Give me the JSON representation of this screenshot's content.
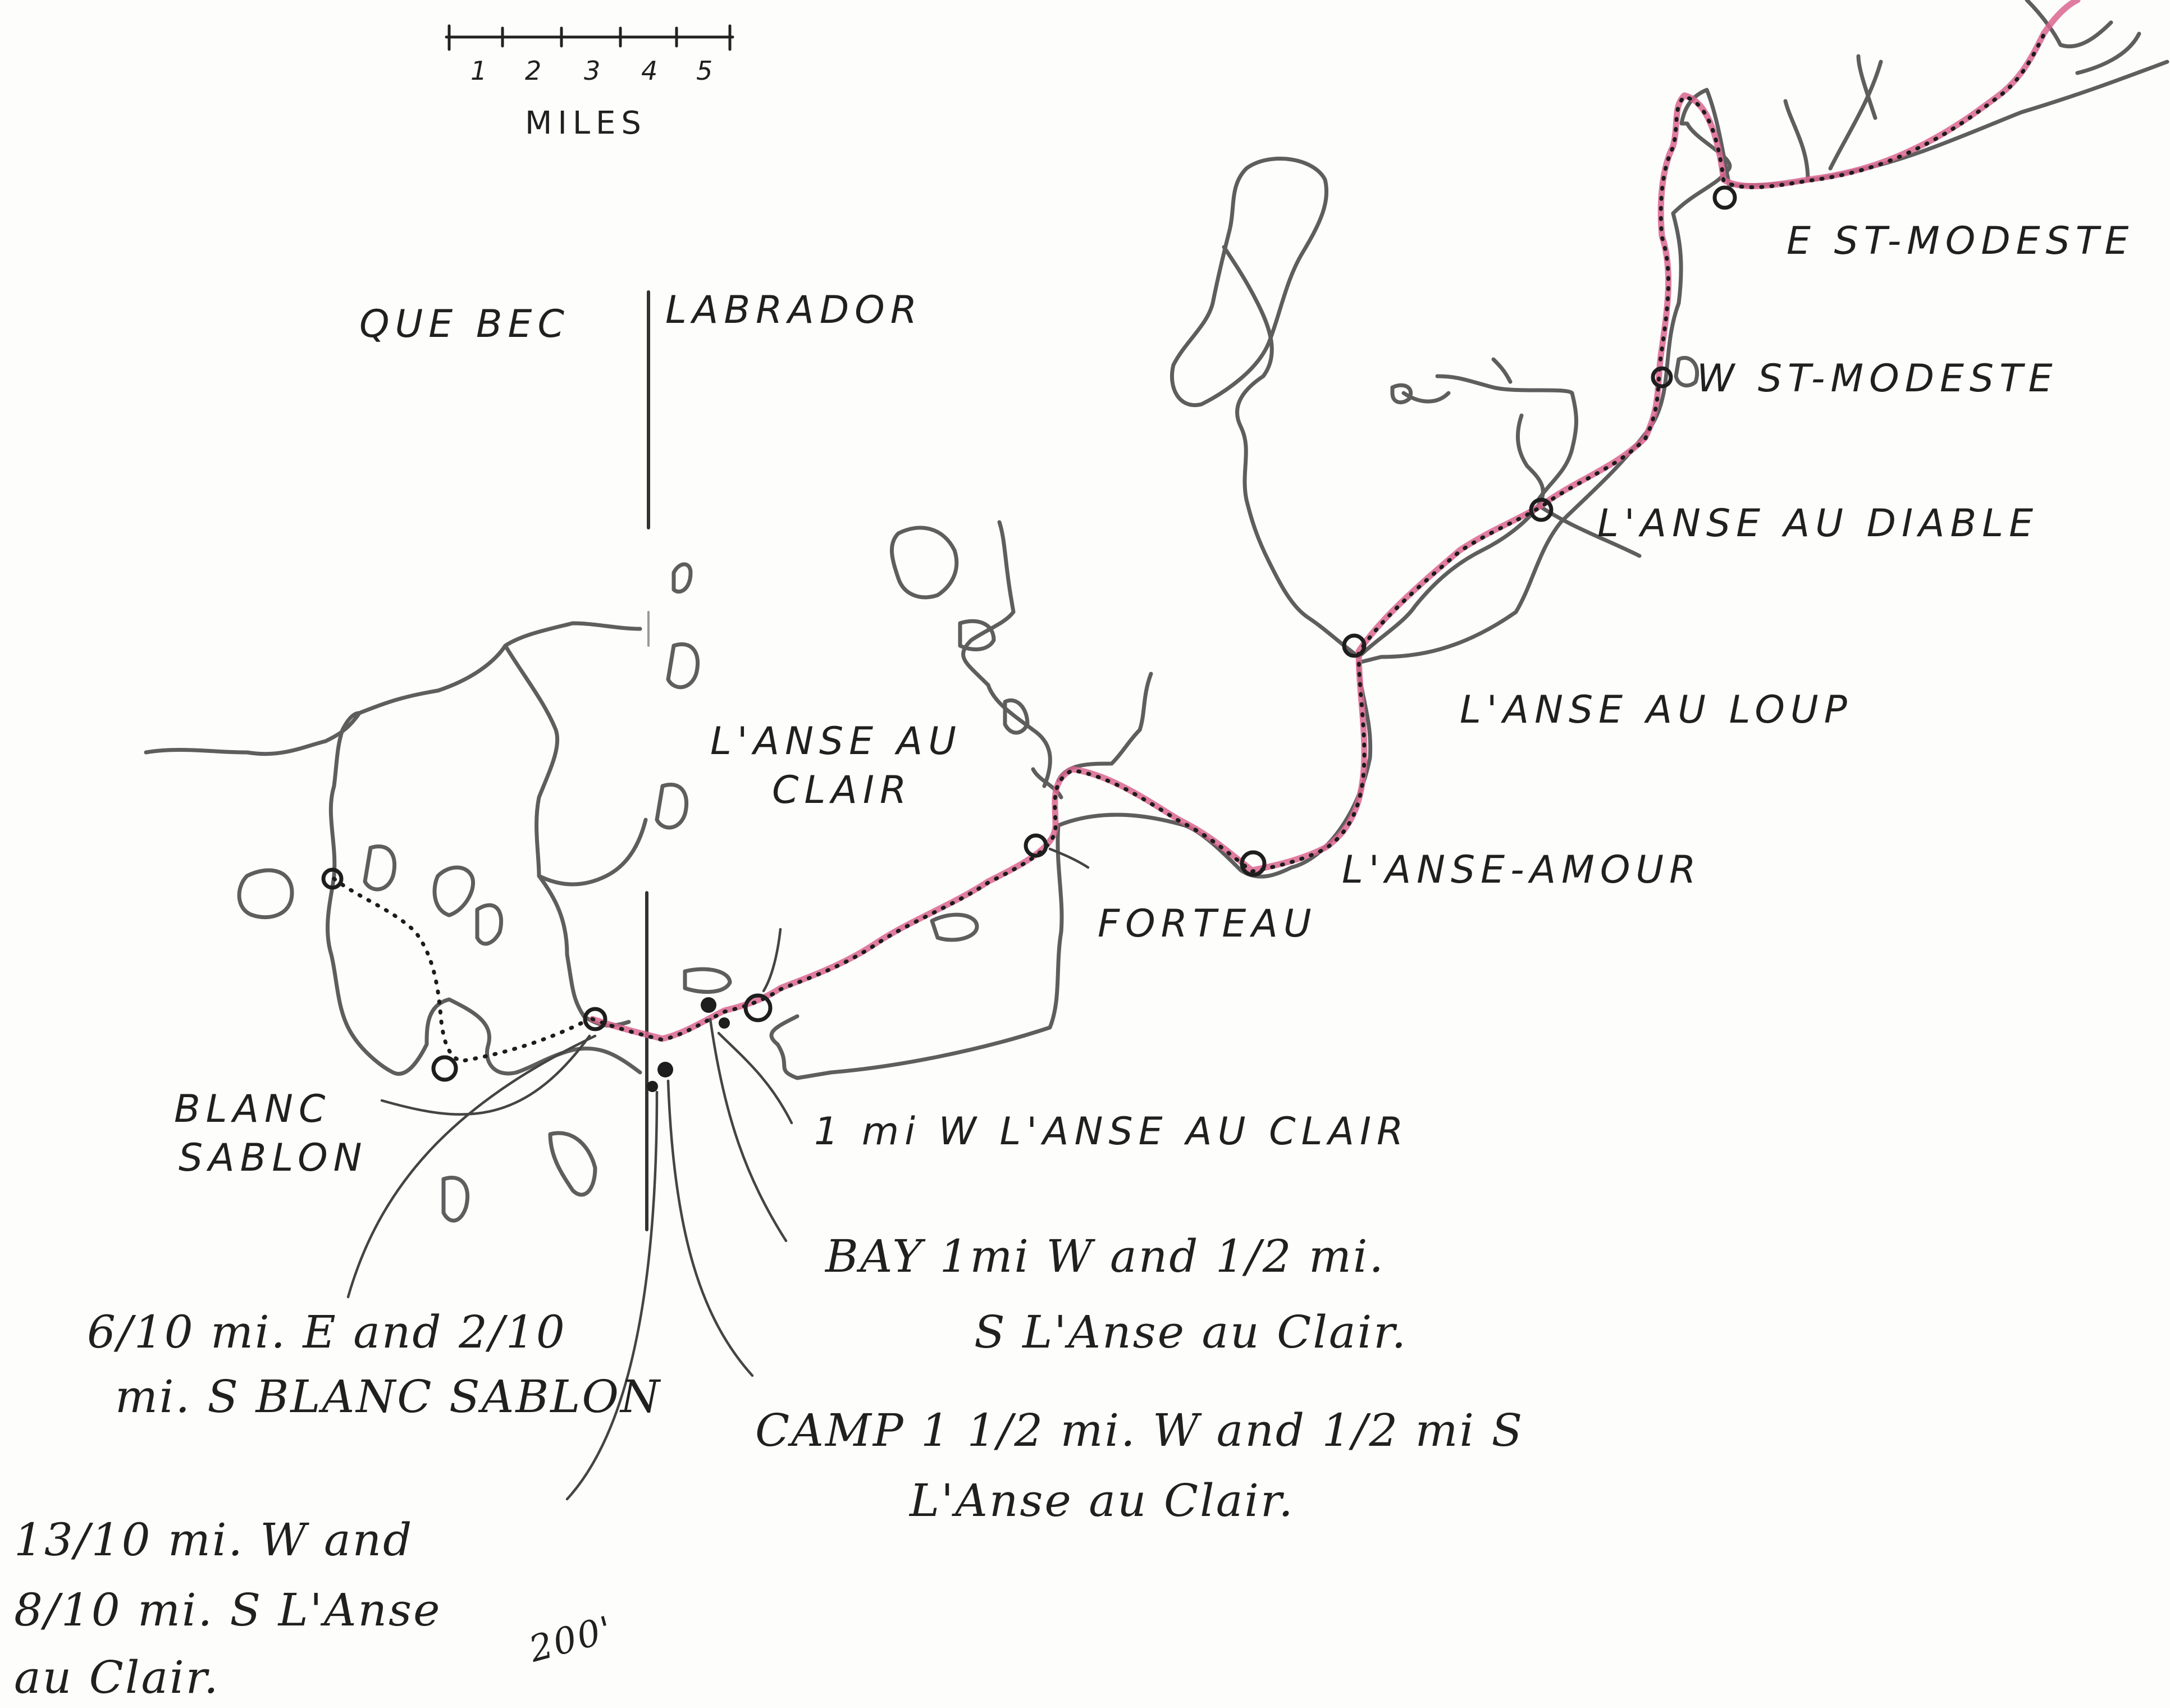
{
  "map": {
    "scale": {
      "ticks": [
        "1",
        "2",
        "3",
        "4",
        "5"
      ],
      "unit": "MILES"
    },
    "regions": {
      "west": "QUE BEC",
      "east": "LABRADOR"
    },
    "places": [
      {
        "id": "e-st-modeste",
        "label": "E ST-MODESTE"
      },
      {
        "id": "w-st-modeste",
        "label": "W ST-MODESTE"
      },
      {
        "id": "anse-au-diable",
        "label": "L'ANSE AU DIABLE"
      },
      {
        "id": "anse-au-loup",
        "label": "L'ANSE AU LOUP"
      },
      {
        "id": "anse-amour",
        "label": "L'ANSE-AMOUR"
      },
      {
        "id": "forteau",
        "label": "FORTEAU"
      },
      {
        "id": "anse-au-clair",
        "label_line1": "L'ANSE AU",
        "label_line2": "CLAIR"
      },
      {
        "id": "blanc-sablon",
        "label_line1": "BLANC",
        "label_line2": "SABLON"
      }
    ],
    "notes": {
      "w_anse_au_clair": "1 mi W L'ANSE AU CLAIR",
      "bay_line1": "BAY  1mi W and 1/2 mi.",
      "bay_line2": "S  L'Anse au Clair.",
      "blanc_line1": "6/10 mi. E and 2/10",
      "blanc_line2": "mi. S BLANC SABLON",
      "camp_line1": "CAMP  1 1/2 mi. W and 1/2 mi S",
      "camp_line2": "L'Anse au Clair.",
      "sw_line1": "13/10 mi. W and",
      "sw_line2": "8/10 mi. S L'Anse",
      "sw_line3": "au Clair.",
      "elevation": "200'"
    },
    "colors": {
      "route": "#d9658f",
      "pencil": "#5e5e5e",
      "ink": "#1e1e1e",
      "paper": "#fdfdfb"
    }
  }
}
